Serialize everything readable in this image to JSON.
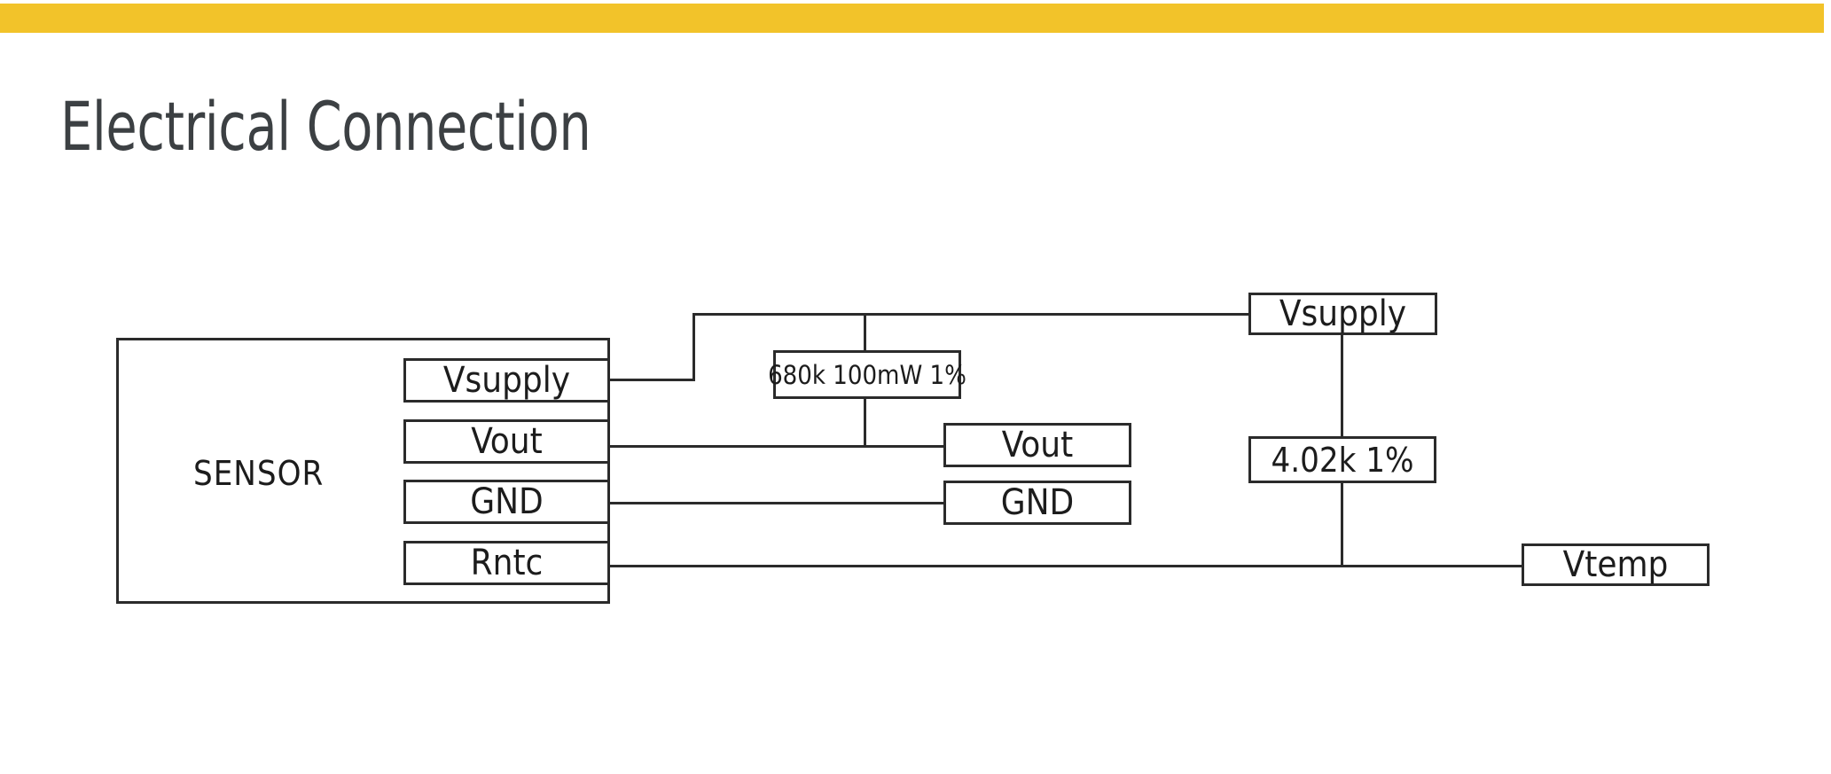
{
  "slide": {
    "accent_color": "#F2C32A",
    "background_color": "#FFFFFF",
    "title": "Electrical Connection"
  },
  "diagram": {
    "type": "electrical-connection-schematic",
    "sensor": {
      "caption": "SENSOR",
      "pins": [
        {
          "label": "Vsupply"
        },
        {
          "label": "Vout"
        },
        {
          "label": "GND"
        },
        {
          "label": "Rntc"
        }
      ]
    },
    "components": [
      {
        "id": "r-680k",
        "label": "680k 100mW 1%"
      },
      {
        "id": "r-4k02",
        "label": "4.02k 1%"
      }
    ],
    "terminals": [
      {
        "id": "term-vsupply",
        "label": "Vsupply"
      },
      {
        "id": "term-vout",
        "label": "Vout"
      },
      {
        "id": "term-gnd",
        "label": "GND"
      },
      {
        "id": "term-vtemp",
        "label": "Vtemp"
      }
    ]
  }
}
